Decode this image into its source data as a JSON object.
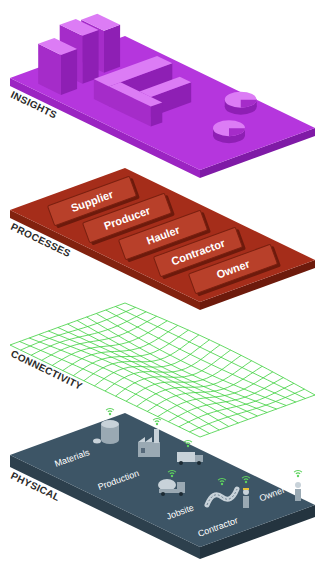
{
  "diagram": {
    "nodes": [
      {
        "text": [
          "INSIGHTS"
        ]
      },
      {
        "text": [
          "PROCESSES"
        ]
      },
      {
        "text": [
          "Supplier"
        ],
        "in": 1
      },
      {
        "text": [
          "Producer"
        ],
        "in": 1
      },
      {
        "text": [
          "Hauler"
        ],
        "in": 1
      },
      {
        "text": [
          "Contractor"
        ],
        "in": 1
      },
      {
        "text": [
          "Owner"
        ],
        "in": 1
      },
      {
        "text": [
          "CONNECTIVITY"
        ]
      },
      {
        "text": [
          "PHYSICAL"
        ]
      }
    ],
    "labels": [
      "Materials",
      "Production",
      "Jobsite",
      "Contractor",
      "Owner"
    ]
  }
}
